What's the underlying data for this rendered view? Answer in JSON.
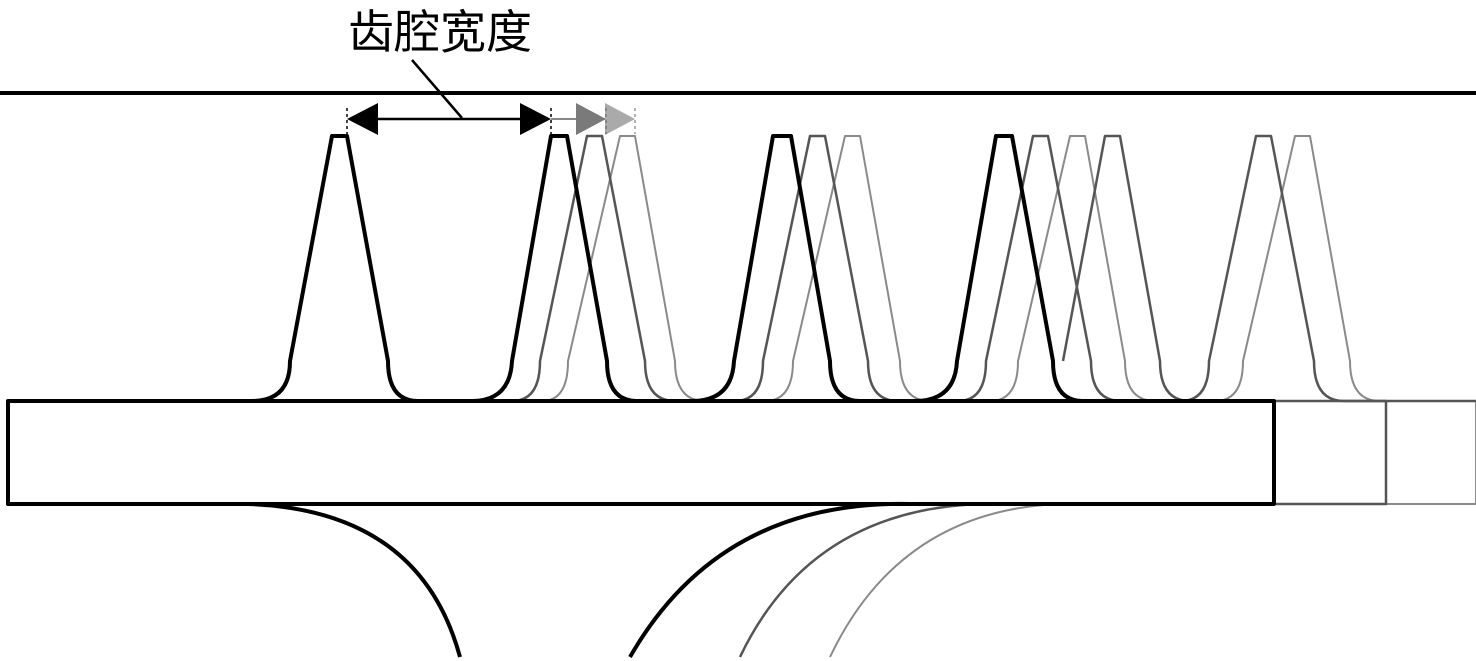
{
  "label": {
    "text": "齿腔宽度"
  },
  "colors": {
    "background": "#ffffff",
    "primary_stroke": "#000000",
    "shift_1_stroke": "#555555",
    "shift_2_stroke": "#8a8a8a",
    "arrow_1_fill": "#7a7a7a",
    "arrow_2_fill": "#aaaaaa"
  },
  "layers": [
    {
      "id": "primary",
      "stroke_key": "primary_stroke"
    },
    {
      "id": "shift-1",
      "stroke_key": "shift_1_stroke"
    },
    {
      "id": "shift-2",
      "stroke_key": "shift_2_stroke"
    }
  ],
  "icons": {
    "dimension_arrow": "double-headed-arrow",
    "shift_arrows": "triangle-arrow"
  }
}
